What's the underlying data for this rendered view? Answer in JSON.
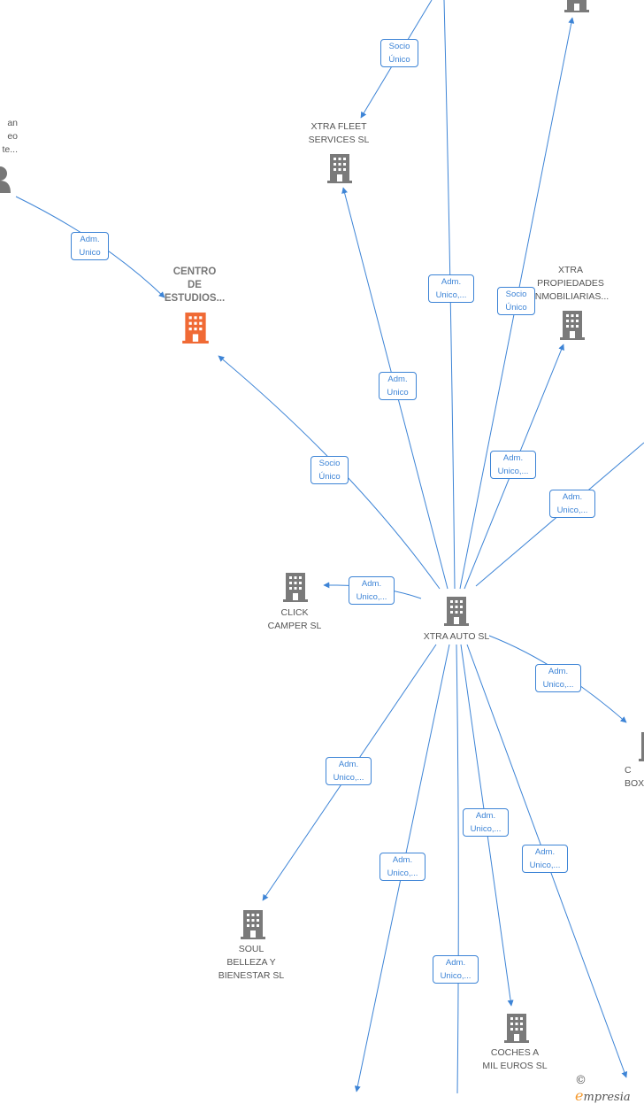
{
  "colors": {
    "edge": "#3d84d6",
    "node": "#7a7a7a",
    "focus": "#f06a35",
    "person": "#777777"
  },
  "nodes": {
    "xtra_fleet": {
      "label": "XTRA FLEET\nSERVICES  SL"
    },
    "centro": {
      "label": "CENTRO\nDE\nESTUDIOS..."
    },
    "xtra_prop": {
      "label": "XTRA\nPROPIEDADES\nINMOBILIARIAS..."
    },
    "click": {
      "label": "CLICK\nCAMPER  SL"
    },
    "xtra_auto": {
      "label": "XTRA AUTO  SL"
    },
    "soul": {
      "label": "SOUL\nBELLEZA Y\nBIENESTAR  SL"
    },
    "coches": {
      "label": "COCHES A\nMIL EUROS  SL"
    },
    "box": {
      "label": "C\nBOX"
    },
    "person": {
      "label": "an\neo\nte..."
    }
  },
  "edge_labels": {
    "e1": "Socio\nÚnico",
    "e2": "Adm.\nUnico",
    "e3": "Adm.\nUnico,...",
    "e4": "Socio\nÚnico",
    "e5": "Adm.\nUnico",
    "e6": "Socio\nÚnico",
    "e7": "Adm.\nUnico,...",
    "e8": "Adm.\nUnico,...",
    "e9": "Adm.\nUnico,...",
    "e10": "Adm.\nUnico,...",
    "e11": "Adm.\nUnico,...",
    "e12": "Adm.\nUnico,...",
    "e13": "Adm.\nUnico,...",
    "e14": "Adm.\nUnico,...",
    "e15": "Adm.\nUnico,..."
  },
  "watermark": {
    "symbol": "©",
    "brand_initial": "e",
    "brand_rest": "mpresia"
  }
}
